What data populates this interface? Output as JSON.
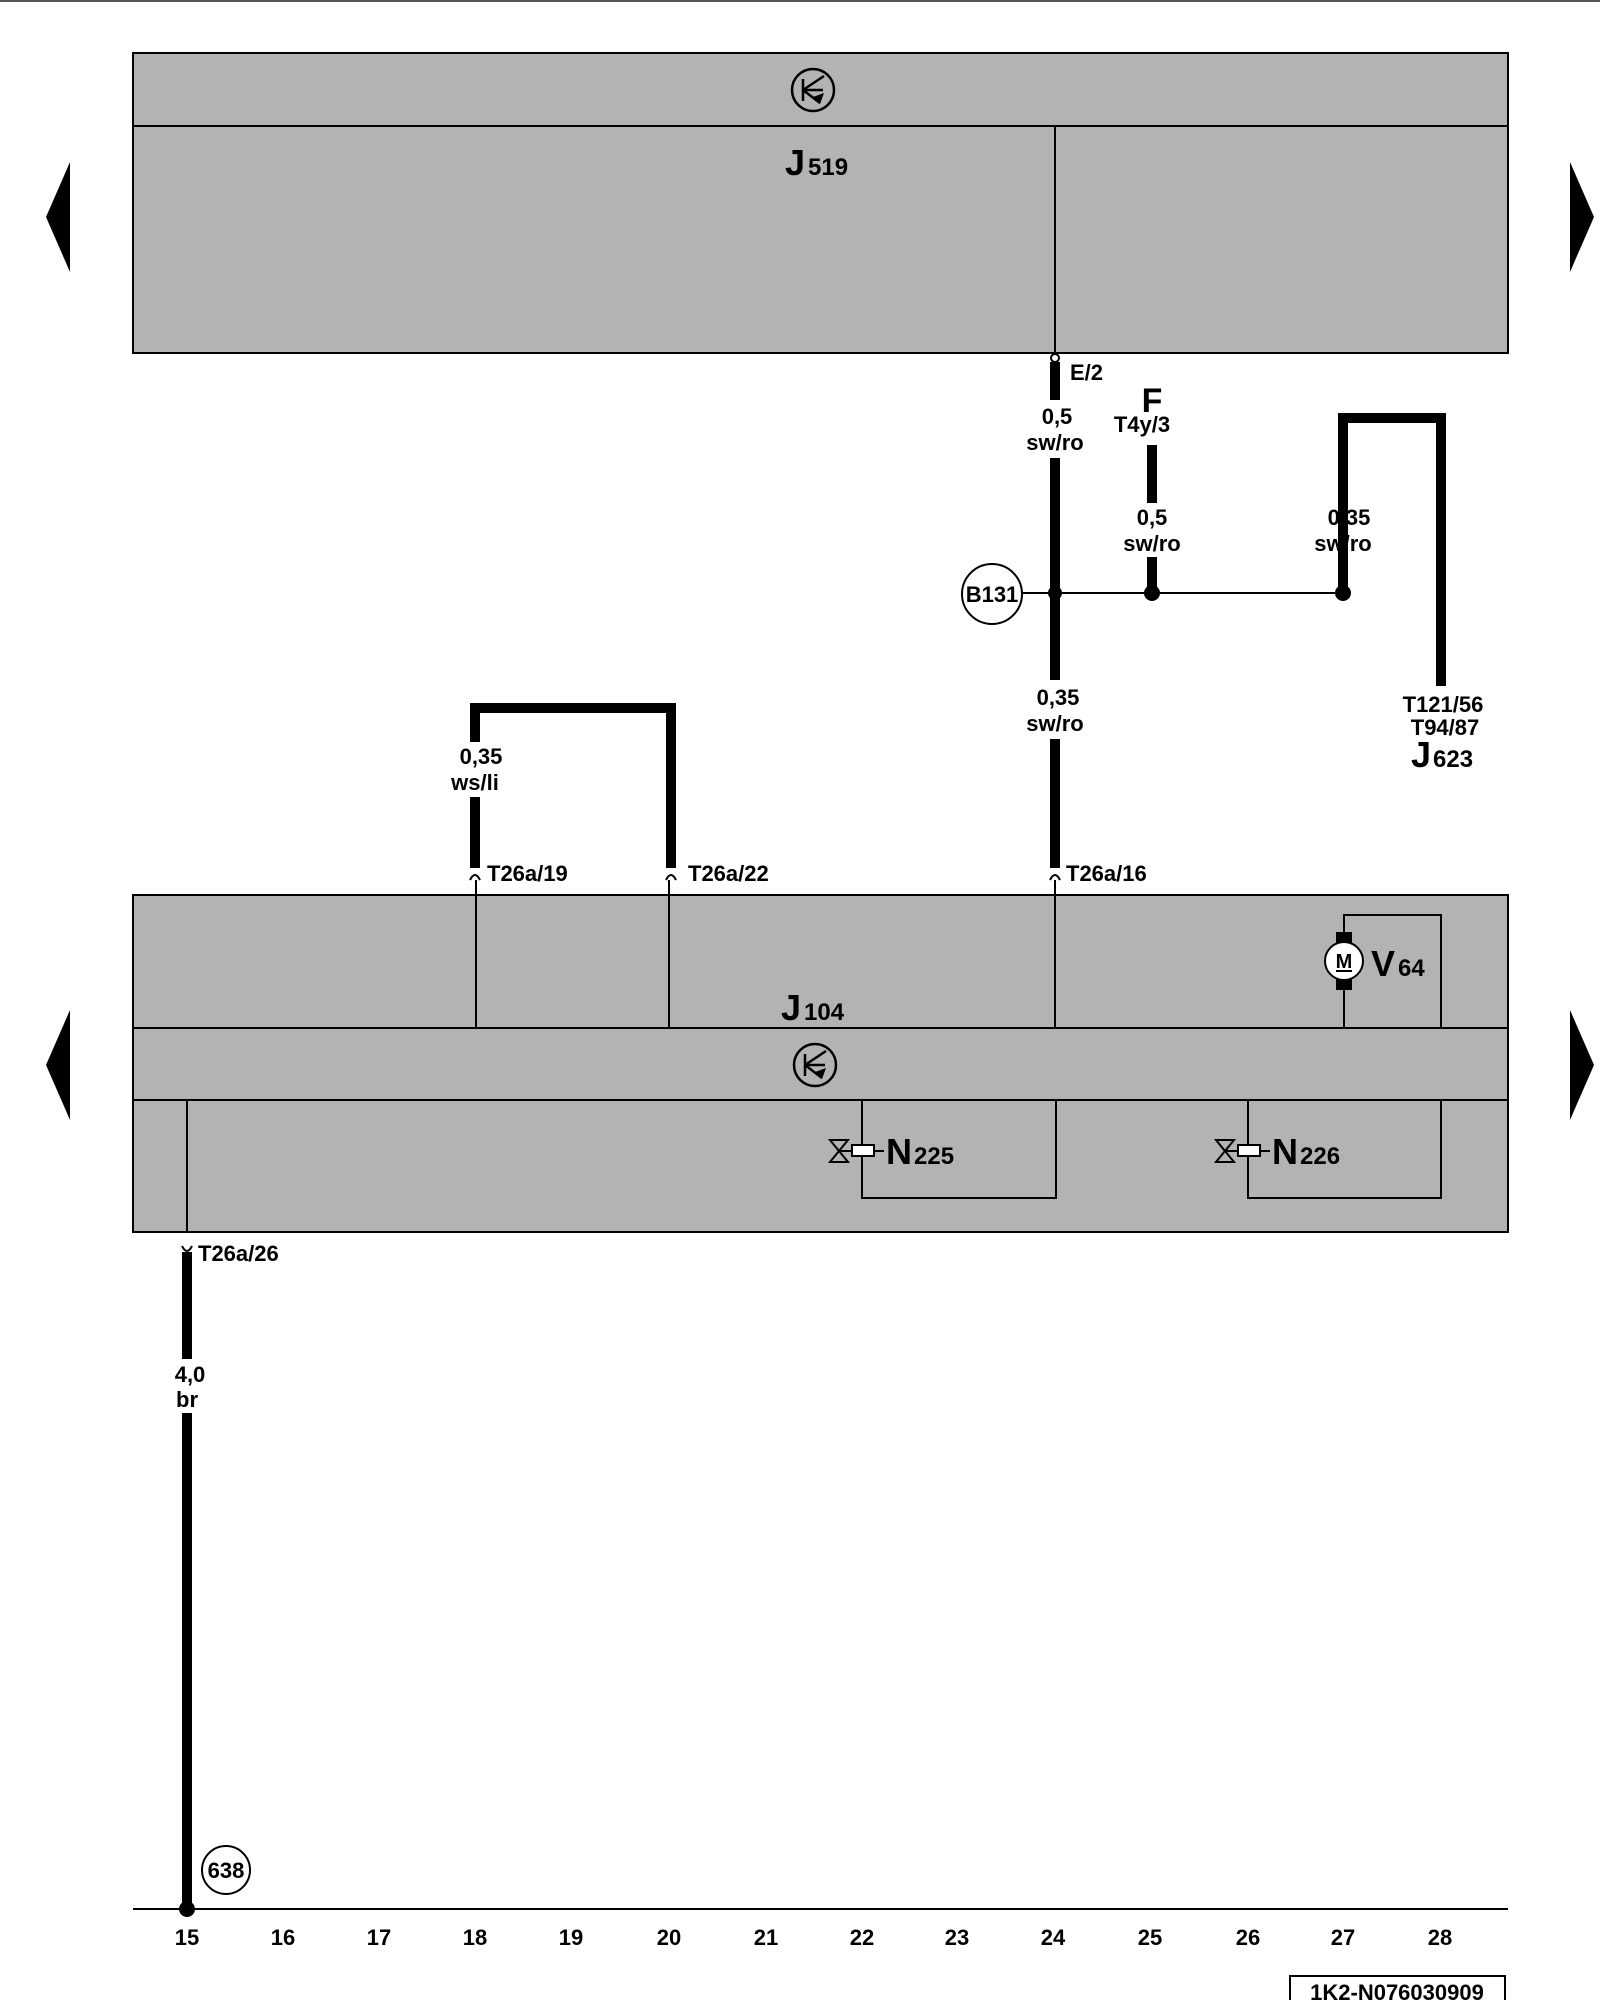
{
  "components": {
    "j519": {
      "letter": "J",
      "number": "519"
    },
    "j104": {
      "letter": "J",
      "number": "104"
    },
    "j623": {
      "letter": "J",
      "number": "623",
      "pins": [
        "T121/56",
        "T94/87"
      ]
    },
    "v64": {
      "letter": "V",
      "number": "64",
      "motor_symbol": "M"
    },
    "n225": {
      "letter": "N",
      "number": "225"
    },
    "n226": {
      "letter": "N",
      "number": "226"
    },
    "fuse_f": {
      "letter": "F",
      "pin": "T4y/3"
    }
  },
  "connectors": {
    "e2": "E/2",
    "t26a_19": "T26a/19",
    "t26a_22": "T26a/22",
    "t26a_16": "T26a/16",
    "t26a_26": "T26a/26"
  },
  "wires": {
    "w_e2": {
      "size": "0,5",
      "color": "sw/ro"
    },
    "w_fuse": {
      "size": "0,5",
      "color": "sw/ro"
    },
    "w_j623": {
      "size": "0,35",
      "color": "sw/ro"
    },
    "w_j104_16": {
      "size": "0,35",
      "color": "sw/ro"
    },
    "w_loop": {
      "size": "0,35",
      "color": "ws/li"
    },
    "w_ground": {
      "size": "4,0",
      "color": "br"
    }
  },
  "joints": {
    "b131": "B131",
    "g638": "638"
  },
  "scale": [
    "15",
    "16",
    "17",
    "18",
    "19",
    "20",
    "21",
    "22",
    "23",
    "24",
    "25",
    "26",
    "27",
    "28"
  ],
  "footer_id": "1K2-N076030909"
}
